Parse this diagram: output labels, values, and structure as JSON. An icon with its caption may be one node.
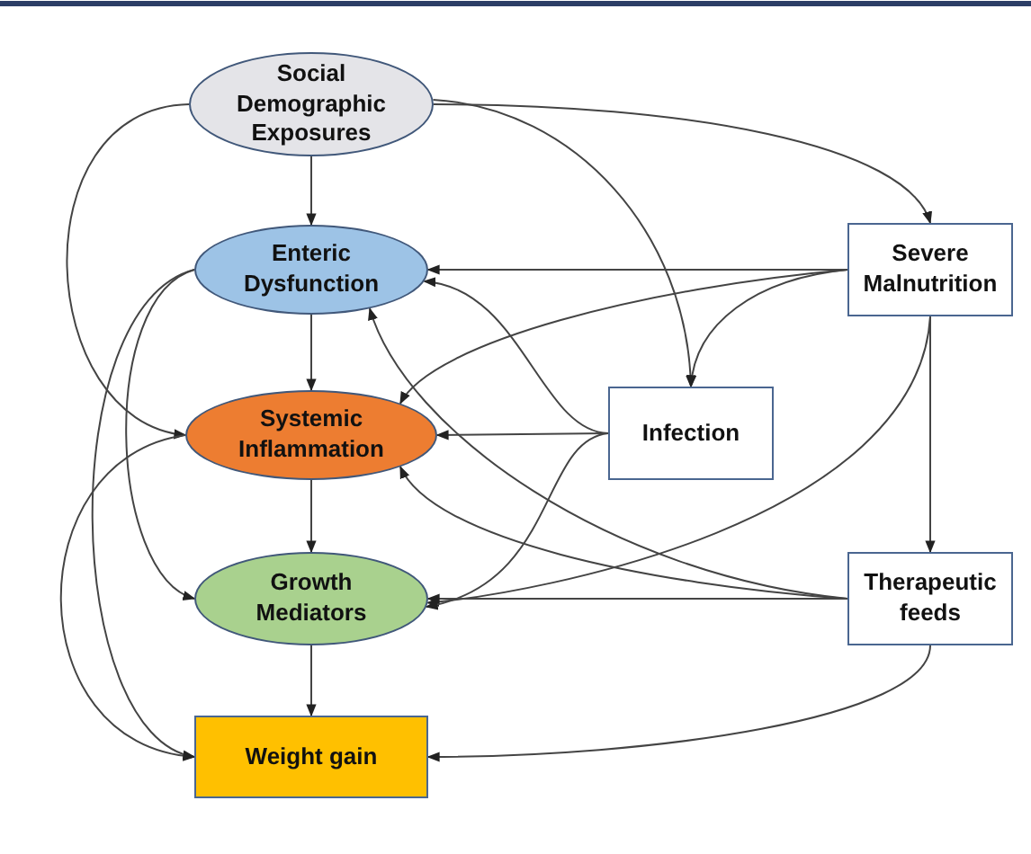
{
  "diagram": {
    "nodes": [
      {
        "text": [
          "Social Demographic Exposures"
        ]
      },
      {
        "text": [
          "Enteric Dysfunction"
        ]
      },
      {
        "text": [
          "Systemic Inflammation"
        ]
      },
      {
        "text": [
          "Growth Mediators"
        ]
      },
      {
        "text": [
          "Weight gain"
        ]
      },
      {
        "text": [
          "Severe Malnutrition"
        ]
      },
      {
        "text": [
          "Infection"
        ]
      },
      {
        "text": [
          "Therapeutic feeds"
        ]
      }
    ],
    "edges": [
      {
        "from": 0,
        "to": 1,
        "arrow": "to"
      },
      {
        "from": 1,
        "to": 2,
        "arrow": "to"
      },
      {
        "from": 2,
        "to": 3,
        "arrow": "to"
      },
      {
        "from": 3,
        "to": 4,
        "arrow": "to"
      },
      {
        "from": 0,
        "to": 5,
        "arrow": "to"
      },
      {
        "from": 0,
        "to": 6,
        "arrow": "to"
      },
      {
        "from": 0,
        "to": 2,
        "arrow": "to"
      },
      {
        "from": 5,
        "to": 1,
        "arrow": "to"
      },
      {
        "from": 5,
        "to": 2,
        "arrow": "to"
      },
      {
        "from": 5,
        "to": 6,
        "arrow": "to"
      },
      {
        "from": 5,
        "to": 7,
        "arrow": "to"
      },
      {
        "from": 5,
        "to": 3,
        "arrow": "to"
      },
      {
        "from": 6,
        "to": 1,
        "arrow": "to"
      },
      {
        "from": 6,
        "to": 2,
        "arrow": "to"
      },
      {
        "from": 6,
        "to": 3,
        "arrow": "to"
      },
      {
        "from": 7,
        "to": 1,
        "arrow": "to"
      },
      {
        "from": 7,
        "to": 2,
        "arrow": "to"
      },
      {
        "from": 7,
        "to": 3,
        "arrow": "to"
      },
      {
        "from": 7,
        "to": 4,
        "arrow": "to"
      },
      {
        "from": 1,
        "to": 3,
        "arrow": "to"
      },
      {
        "from": 1,
        "to": 4,
        "arrow": "to"
      },
      {
        "from": 2,
        "to": 4,
        "arrow": "to"
      }
    ]
  }
}
